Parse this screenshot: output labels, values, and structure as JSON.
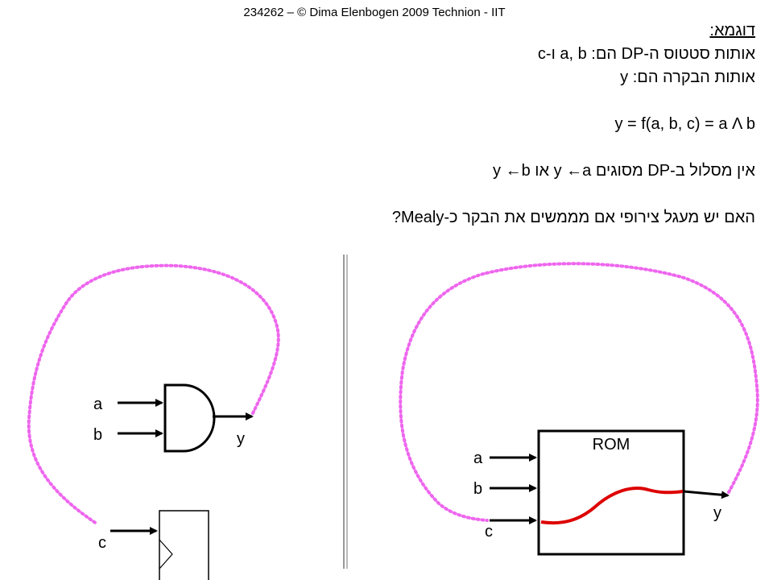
{
  "header": {
    "credit": "234262 – © Dima Elenbogen 2009 Technion - IIT"
  },
  "text": {
    "title": "דוגמא:",
    "status_signals": "אותות סטטוס ה-DP הם: a, b ו-c",
    "control_signals": "אותות הבקרה הם: y",
    "formula": "y = f(a, b, c) = a Λ b",
    "no_path": "אין מסלול ב-DP מסוגים y ←a או y ←b",
    "question": "האם יש מעגל צירופי אם מממשים את הבקר כ-Mealy?"
  },
  "left_diagram": {
    "gate_input_a": "a",
    "gate_input_b": "b",
    "gate_output": "y",
    "ff_input": "c"
  },
  "right_diagram": {
    "rom_label": "ROM",
    "input_a": "a",
    "input_b": "b",
    "input_c": "c",
    "output": "y"
  },
  "colors": {
    "loop": "#ee66ee",
    "path": "#dd0000",
    "wire": "#000000",
    "divider": "#aaaaaa"
  }
}
